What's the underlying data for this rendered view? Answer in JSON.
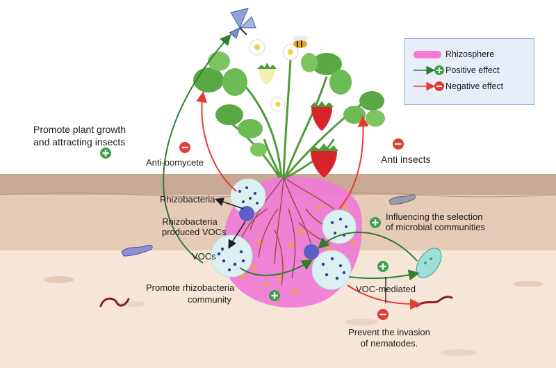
{
  "legend": {
    "rhizosphere": "Rhizosphere",
    "positive": "Positive effect",
    "negative": "Negative effect"
  },
  "labels": {
    "promote_growth_1": "Promote plant growth",
    "promote_growth_2": "and attracting insects",
    "anti_oomycete": "Anti-oomycete",
    "anti_insects": "Anti insects",
    "rhizobacteria": "Rhizobacteria",
    "rhizo_vocs_1": "Rhizobacteria",
    "rhizo_vocs_2": "produced VOCs",
    "vocs": "VOCs",
    "influencing_1": "Influencing the selection",
    "influencing_2": "of microbial communities",
    "promote_rhizo_1": "Promote rhizobacteria",
    "promote_rhizo_2": "community",
    "voc_mediated": "VOC-mediated",
    "prevent_1": "Prevent the invasion",
    "prevent_2": "of nematodes."
  },
  "colors": {
    "positive": "#2e7d32",
    "negative": "#e53935",
    "rhizosphere": "#f07bd6",
    "soil_dark": "#c9a993",
    "soil_mid": "#e6cbb6",
    "soil_light": "#f5e6d8",
    "legend_bg": "#e8eef9",
    "legend_border": "#8aa2cf",
    "bacteria_blue": "#2a3f8f",
    "leaf": "#5aa843",
    "strawberry": "#d9232a"
  },
  "icons": [
    "plus-icon",
    "minus-icon",
    "butterfly-icon",
    "bee-icon",
    "strawberry-icon",
    "flower-icon",
    "worm-icon",
    "paramecium-icon",
    "nematode-icon"
  ]
}
